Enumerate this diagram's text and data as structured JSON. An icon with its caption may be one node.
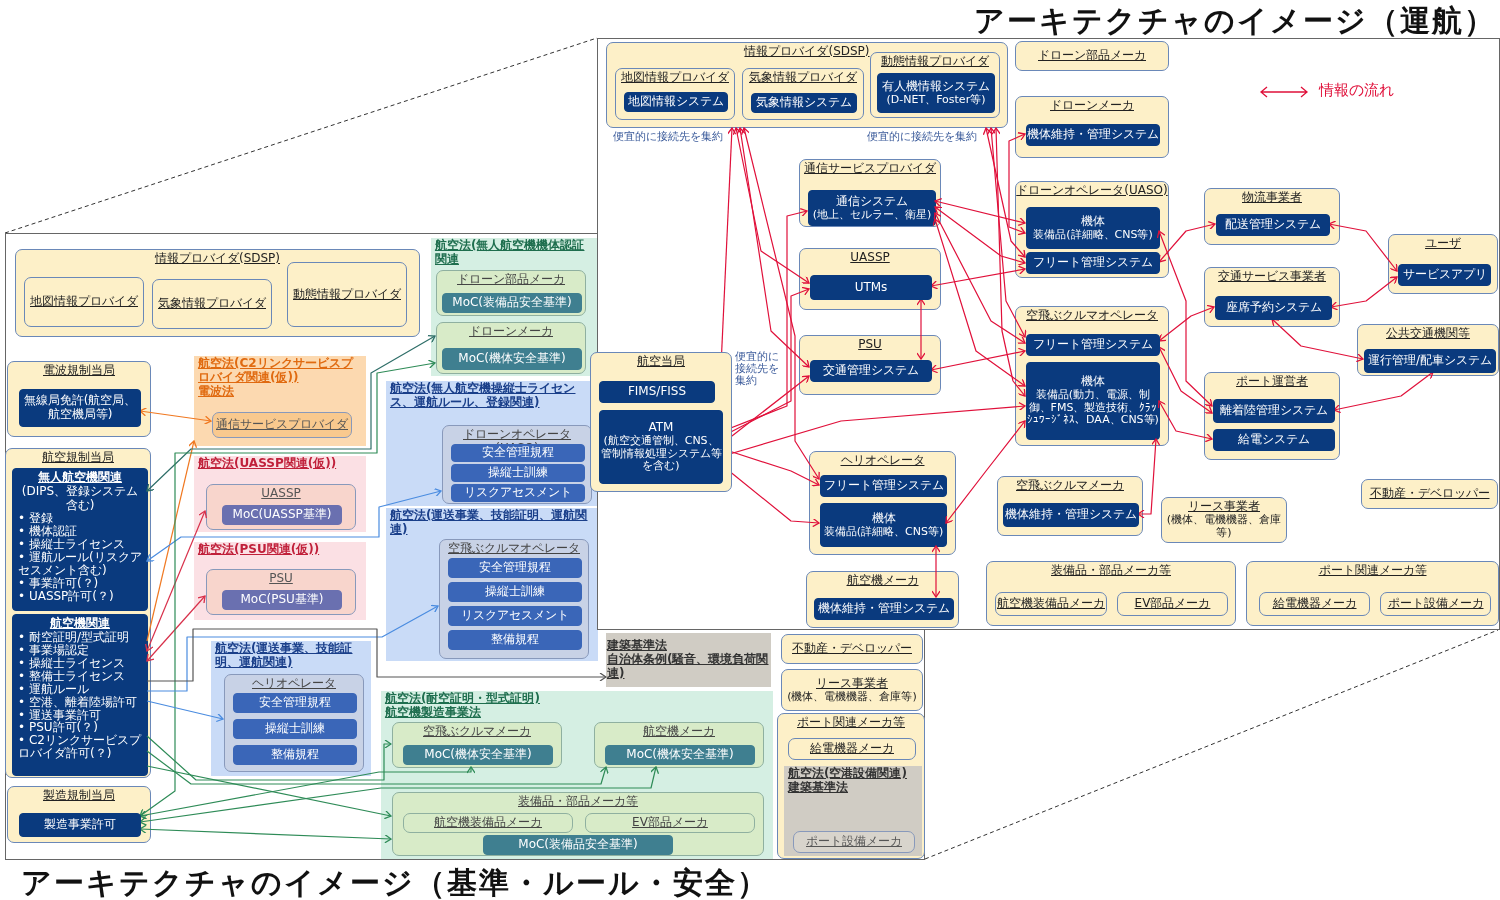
{
  "diagram": {
    "nodes": [
      {
        "text": [
          "アーキテクチャのイメージ（運航）"
        ]
      },
      {
        "text": [
          "情報プロバイダ(SDSP)"
        ],
        "in": 0
      },
      {
        "text": [
          "地図情報プロバイダ"
        ],
        "in": 1
      },
      {
        "text": [
          "地図情報システム"
        ],
        "in": 2
      },
      {
        "text": [
          "気象情報プロバイダ"
        ],
        "in": 1
      },
      {
        "text": [
          "気象情報システム"
        ],
        "in": 4
      },
      {
        "text": [
          "動態情報プロバイダ"
        ],
        "in": 1
      },
      {
        "text": [
          "有人機情報システム",
          "(D-NET、Foster等)"
        ],
        "in": 6
      },
      {
        "text": [
          "ドローン部品メーカ"
        ],
        "in": 0
      },
      {
        "text": [
          "ドローンメーカ"
        ],
        "in": 0
      },
      {
        "text": [
          "機体維持・管理システム"
        ],
        "in": 9
      },
      {
        "text": [
          "航空当局"
        ]
      },
      {
        "text": [
          "FIMS/FISS"
        ],
        "in": 11
      },
      {
        "text": [
          "ATM",
          "(航空交通管制、CNS、管制情報処理システム等を含む)"
        ],
        "in": 11
      },
      {
        "text": [
          "通信サービスプロバイダ"
        ],
        "in": 0
      },
      {
        "text": [
          "通信システム",
          "(地上、セルラー、衛星)"
        ],
        "in": 14
      },
      {
        "text": [
          "UASSP"
        ],
        "in": 0
      },
      {
        "text": [
          "UTMs"
        ],
        "in": 16
      },
      {
        "text": [
          "PSU"
        ],
        "in": 0
      },
      {
        "text": [
          "交通管理システム"
        ],
        "in": 18
      },
      {
        "text": [
          "ドローンオペレータ(UASO)"
        ],
        "in": 0
      },
      {
        "text": [
          "機体",
          "装備品(詳細略、CNS等)"
        ],
        "in": 20
      },
      {
        "text": [
          "フリート管理システム"
        ],
        "in": 20
      },
      {
        "text": [
          "空飛ぶクルマオペレータ"
        ],
        "in": 0
      },
      {
        "text": [
          "フリート管理システム"
        ],
        "in": 23
      },
      {
        "text": [
          "機体",
          "装備品(動力、電源、制御、FMS、製造技術、ｸﾗｯｼｭﾜｰｼﾞﾈｽ、DAA、CNS等)"
        ],
        "in": 23
      },
      {
        "text": [
          "ヘリオペレータ"
        ],
        "in": 0
      },
      {
        "text": [
          "フリート管理システム"
        ],
        "in": 26
      },
      {
        "text": [
          "機体",
          "装備品(詳細略、CNS等)"
        ],
        "in": 26
      },
      {
        "text": [
          "航空機メーカ"
        ],
        "in": 0
      },
      {
        "text": [
          "機体維持・管理システム"
        ],
        "in": 29
      },
      {
        "text": [
          "空飛ぶクルマメーカ"
        ],
        "in": 0
      },
      {
        "text": [
          "機体維持・管理システム"
        ],
        "in": 31
      },
      {
        "text": [
          "物流事業者"
        ],
        "in": 0
      },
      {
        "text": [
          "配送管理システム"
        ],
        "in": 33
      },
      {
        "text": [
          "交通サービス事業者"
        ],
        "in": 0
      },
      {
        "text": [
          "座席予約システム"
        ],
        "in": 35
      },
      {
        "text": [
          "ユーザ"
        ],
        "in": 0
      },
      {
        "text": [
          "サービスアプリ"
        ],
        "in": 37
      },
      {
        "text": [
          "公共交通機関等"
        ],
        "in": 0
      },
      {
        "text": [
          "運行管理/配車システム"
        ],
        "in": 39
      },
      {
        "text": [
          "ポート運営者"
        ],
        "in": 0
      },
      {
        "text": [
          "離着陸管理システム"
        ],
        "in": 41
      },
      {
        "text": [
          "給電システム"
        ],
        "in": 41
      },
      {
        "text": [
          "リース事業者",
          "(機体、電機機器、倉庫等)"
        ],
        "in": 0
      },
      {
        "text": [
          "不動産・デベロッパー"
        ],
        "in": 0
      },
      {
        "text": [
          "装備品・部品メーカ等"
        ],
        "in": 0
      },
      {
        "text": [
          "航空機装備品メーカ"
        ],
        "in": 46
      },
      {
        "text": [
          "EV部品メーカ"
        ],
        "in": 46
      },
      {
        "text": [
          "ポート関連メーカ等"
        ],
        "in": 0
      },
      {
        "text": [
          "給電機器メーカ"
        ],
        "in": 49
      },
      {
        "text": [
          "ポート設備メーカ"
        ],
        "in": 49
      },
      {
        "text": [
          "アーキテクチャのイメージ（基準・ルール・安全）"
        ]
      },
      {
        "text": [
          "情報プロバイダ(SDSP)"
        ],
        "in": 52
      },
      {
        "text": [
          "地図情報プロバイダ"
        ],
        "in": 53
      },
      {
        "text": [
          "気象情報プロバイダ"
        ],
        "in": 53
      },
      {
        "text": [
          "動態情報プロバイダ"
        ],
        "in": 53
      },
      {
        "text": [
          "電波規制当局"
        ],
        "in": 52
      },
      {
        "text": [
          "無線局免許(航空局、航空機局等)"
        ],
        "in": 57
      },
      {
        "text": [
          "航空規制当局"
        ],
        "in": 52
      },
      {
        "text": [
          "無人航空機関連",
          "(DIPS、登録システム含む)",
          "• 登録",
          "• 機体認証",
          "• 操縦士ライセンス",
          "• 運航ルール(リスクアセスメント含む)",
          "• 事業許可(？)",
          "• UASSP許可(？)"
        ],
        "in": 59
      },
      {
        "text": [
          "航空機関連",
          "• 耐空証明/型式証明",
          "• 事業場認定",
          "• 操縦士ライセンス",
          "• 整備士ライセンス",
          "• 運航ルール",
          "• 空港、離着陸場許可",
          "• 運送事業許可",
          "• PSU許可(？)",
          "• C2リンクサービスプロバイダ許可(？)"
        ],
        "in": 59
      },
      {
        "text": [
          "製造規制当局"
        ],
        "in": 52
      },
      {
        "text": [
          "製造事業許可"
        ],
        "in": 62
      },
      {
        "text": [
          "航空法(C2リンクサービスプロバイダ関連(仮))",
          "電波法"
        ],
        "in": 52
      },
      {
        "text": [
          "通信サービスプロバイダ"
        ],
        "in": 64
      },
      {
        "text": [
          "航空法(UASSP関連(仮))"
        ],
        "in": 52
      },
      {
        "text": [
          "UASSP"
        ],
        "in": 66
      },
      {
        "text": [
          "MoC(UASSP基準)"
        ],
        "in": 67
      },
      {
        "text": [
          "航空法(PSU関連(仮))"
        ],
        "in": 52
      },
      {
        "text": [
          "PSU"
        ],
        "in": 69
      },
      {
        "text": [
          "MoC(PSU基準)"
        ],
        "in": 70
      },
      {
        "text": [
          "航空法(無人航空機機体認証関連"
        ],
        "in": 52
      },
      {
        "text": [
          "ドローン部品メーカ"
        ],
        "in": 72
      },
      {
        "text": [
          "MoC(装備品安全基準)"
        ],
        "in": 73
      },
      {
        "text": [
          "ドローンメーカ"
        ],
        "in": 72
      },
      {
        "text": [
          "MoC(機体安全基準)"
        ],
        "in": 75
      },
      {
        "text": [
          "航空法(無人航空機操縦士ライセンス、運航ルール、登録関連)"
        ],
        "in": 52
      },
      {
        "text": [
          "ドローンオペレータ(UASO)"
        ],
        "in": 77
      },
      {
        "text": [
          "安全管理規程"
        ],
        "in": 78
      },
      {
        "text": [
          "操縦士訓練"
        ],
        "in": 78
      },
      {
        "text": [
          "リスクアセスメント"
        ],
        "in": 78
      },
      {
        "text": [
          "航空法(運送事業、技能証明、運航関連)"
        ],
        "in": 52
      },
      {
        "text": [
          "空飛ぶクルマオペレータ"
        ],
        "in": 82
      },
      {
        "text": [
          "安全管理規程"
        ],
        "in": 83
      },
      {
        "text": [
          "操縦士訓練"
        ],
        "in": 83
      },
      {
        "text": [
          "リスクアセスメント"
        ],
        "in": 83
      },
      {
        "text": [
          "整備規程"
        ],
        "in": 83
      },
      {
        "text": [
          "航空法(運送事業、技能証明、運航関連)"
        ],
        "in": 52
      },
      {
        "text": [
          "ヘリオペレータ"
        ],
        "in": 88
      },
      {
        "text": [
          "安全管理規程"
        ],
        "in": 89
      },
      {
        "text": [
          "操縦士訓練"
        ],
        "in": 89
      },
      {
        "text": [
          "整備規程"
        ],
        "in": 89
      },
      {
        "text": [
          "航空法(耐空証明・型式証明)",
          "航空機製造事業法"
        ],
        "in": 52
      },
      {
        "text": [
          "空飛ぶクルマメーカ"
        ],
        "in": 93
      },
      {
        "text": [
          "MoC(機体安全基準)"
        ],
        "in": 94
      },
      {
        "text": [
          "航空機メーカ"
        ],
        "in": 93
      },
      {
        "text": [
          "MoC(機体安全基準)"
        ],
        "in": 96
      },
      {
        "text": [
          "装備品・部品メーカ等"
        ],
        "in": 93
      },
      {
        "text": [
          "航空機装備品メーカ"
        ],
        "in": 98
      },
      {
        "text": [
          "EV部品メーカ"
        ],
        "in": 98
      },
      {
        "text": [
          "MoC(装備品安全基準)"
        ],
        "in": 98
      },
      {
        "text": [
          "建築基準法",
          "自治体条例(騒音、環境負荷関連)"
        ],
        "in": 52
      },
      {
        "text": [
          "リース事業者",
          "(機体、電機機器、倉庫等)"
        ],
        "in": 52
      },
      {
        "text": [
          "不動産・デベロッパー"
        ],
        "in": 52
      },
      {
        "text": [
          "ポート関連メーカ等"
        ],
        "in": 52
      },
      {
        "text": [
          "給電機器メーカ"
        ],
        "in": 105
      },
      {
        "text": [
          "航空法(空港設備関連)",
          "建築基準法"
        ],
        "in": 105
      },
      {
        "text": [
          "ポート設備メーカ"
        ],
        "in": 107
      }
    ],
    "edges": [
      {
        "from": 1,
        "to": 17,
        "arrow": "both"
      },
      {
        "from": 1,
        "to": 19,
        "arrow": "both"
      },
      {
        "from": 1,
        "to": 13,
        "arrow": "both"
      },
      {
        "from": 1,
        "to": 27,
        "arrow": "both"
      },
      {
        "from": 1,
        "to": 22,
        "arrow": "both"
      },
      {
        "from": 1,
        "to": 24,
        "arrow": "both"
      },
      {
        "from": 1,
        "to": 25,
        "arrow": "both"
      },
      {
        "from": 15,
        "to": 21,
        "arrow": "both"
      },
      {
        "from": 15,
        "to": 22,
        "arrow": "both"
      },
      {
        "from": 15,
        "to": 24,
        "arrow": "both"
      },
      {
        "from": 15,
        "to": 25,
        "arrow": "both"
      },
      {
        "from": 13,
        "to": 15,
        "arrow": "both"
      },
      {
        "from": 13,
        "to": 17,
        "arrow": "both"
      },
      {
        "from": 13,
        "to": 19,
        "arrow": "both"
      },
      {
        "from": 13,
        "to": 27,
        "arrow": "both"
      },
      {
        "from": 13,
        "to": 25,
        "arrow": "both"
      },
      {
        "from": 13,
        "to": 28,
        "arrow": "both"
      },
      {
        "from": 17,
        "to": 22,
        "arrow": "both"
      },
      {
        "from": 17,
        "to": 19,
        "arrow": "both"
      },
      {
        "from": 19,
        "to": 24,
        "arrow": "both"
      },
      {
        "from": 28,
        "to": 25,
        "arrow": "both"
      },
      {
        "from": 28,
        "to": 30,
        "arrow": "both"
      },
      {
        "from": 10,
        "to": 21,
        "arrow": "both"
      },
      {
        "from": 22,
        "to": 34,
        "arrow": "both"
      },
      {
        "from": 21,
        "to": 42,
        "arrow": "both"
      },
      {
        "from": 24,
        "to": 36,
        "arrow": "both"
      },
      {
        "from": 24,
        "to": 42,
        "arrow": "both"
      },
      {
        "from": 25,
        "to": 43,
        "arrow": "both"
      },
      {
        "from": 25,
        "to": 32,
        "arrow": "both"
      },
      {
        "from": 34,
        "to": 38,
        "arrow": "both"
      },
      {
        "from": 36,
        "to": 38,
        "arrow": "both"
      },
      {
        "from": 36,
        "to": 40,
        "arrow": "both"
      },
      {
        "from": 42,
        "to": 40,
        "arrow": "both"
      },
      {
        "from": 58,
        "to": 65,
        "arrow": "both",
        "color": "#f07820"
      },
      {
        "from": 61,
        "to": 64,
        "arrow": "to",
        "color": "#f07820"
      },
      {
        "from": 61,
        "to": 67,
        "arrow": "both",
        "color": "#d8304a"
      },
      {
        "from": 61,
        "to": 70,
        "arrow": "both",
        "color": "#d8304a"
      },
      {
        "from": 60,
        "to": 75,
        "arrow": "both",
        "color": "#2e6e68"
      },
      {
        "from": 60,
        "to": 78,
        "arrow": "both",
        "color": "#4a8ce0"
      },
      {
        "from": 63,
        "to": 75,
        "arrow": "both",
        "color": "#2e8b57"
      },
      {
        "from": 61,
        "to": 83,
        "arrow": "to",
        "color": "#4a8ce0"
      },
      {
        "from": 61,
        "to": 89,
        "arrow": "to",
        "color": "#4a8ce0"
      },
      {
        "from": 61,
        "to": 94,
        "arrow": "to",
        "color": "#2e8b57"
      },
      {
        "from": 61,
        "to": 96,
        "arrow": "to",
        "color": "#2e8b57"
      },
      {
        "from": 61,
        "to": 98,
        "arrow": "to",
        "color": "#2e8b57"
      },
      {
        "from": 63,
        "to": 94,
        "arrow": "both",
        "color": "#2e8b57"
      },
      {
        "from": 63,
        "to": 96,
        "arrow": "both",
        "color": "#2e8b57"
      },
      {
        "from": 63,
        "to": 98,
        "arrow": "both",
        "color": "#2e8b57"
      },
      {
        "from": 61,
        "to": 102,
        "arrow": "to",
        "color": "#555555"
      }
    ],
    "labels": [
      "便宜的に接続先を集約",
      "便宜的に接続先を集約",
      "便宜的に接続先を集約"
    ],
    "legend": [
      {
        "text": "情報の流れ"
      }
    ]
  }
}
